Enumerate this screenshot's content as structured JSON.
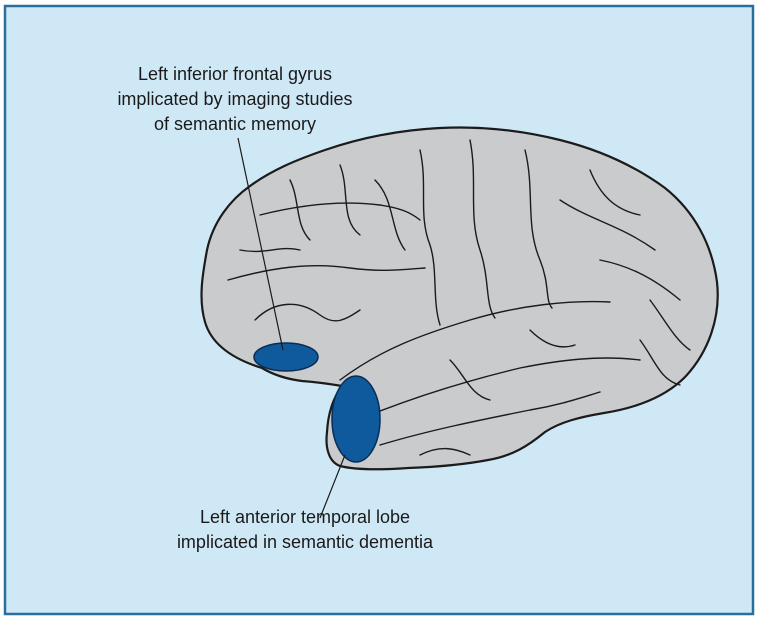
{
  "colors": {
    "panel_background": "#cfe8f6",
    "panel_border": "#2a6f9c",
    "brain_fill": "#c9cbcd",
    "brain_outline": "#1b1b1b",
    "region_fill": "#0f5a9c",
    "region_outline": "#0a2d55"
  },
  "labels": {
    "frontal": {
      "lines": [
        "Left inferior frontal gyrus",
        "implicated by imaging studies",
        "of semantic memory"
      ]
    },
    "temporal": {
      "lines": [
        "Left anterior temporal lobe",
        "implicated in semantic dementia"
      ]
    }
  },
  "regions": [
    {
      "name": "left-inferior-frontal-gyrus"
    },
    {
      "name": "left-anterior-temporal-lobe"
    }
  ]
}
